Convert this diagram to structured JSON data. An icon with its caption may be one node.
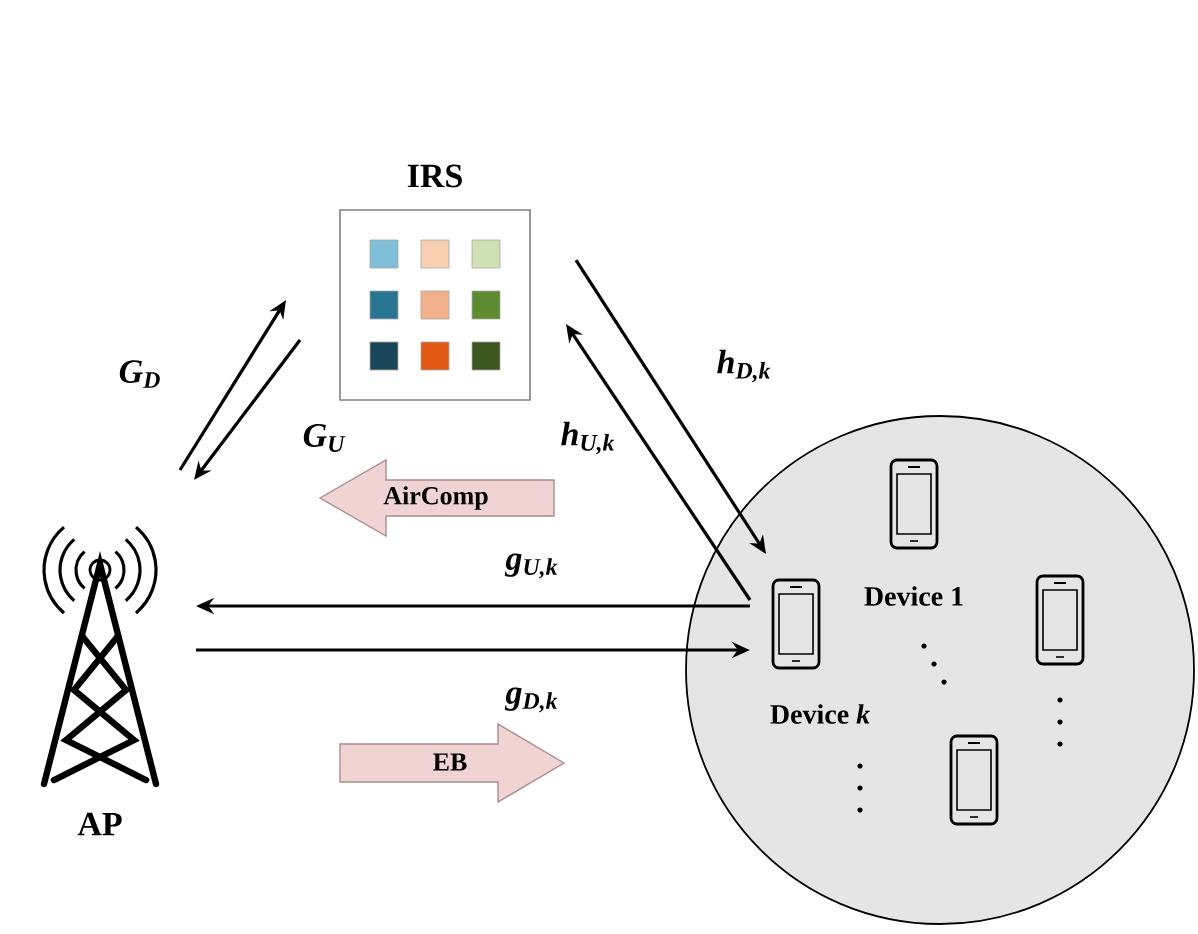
{
  "diagram": {
    "nodes": [
      {
        "text": [
          "IRS"
        ]
      },
      {
        "text": [
          "AP"
        ]
      },
      {
        "text": [],
        "shape": "circle"
      },
      {
        "text": [
          "Device *k*"
        ],
        "in": 2
      },
      {
        "text": [
          "Device 1"
        ],
        "in": 2
      },
      {
        "text": [],
        "shape": "phone",
        "in": 2
      },
      {
        "text": [],
        "shape": "phone",
        "in": 2
      },
      {
        "text": [
          "AirComp"
        ]
      },
      {
        "text": [
          "EB"
        ]
      }
    ],
    "edges": [
      {
        "from": 1,
        "to": 0,
        "arrow": "to",
        "label": "*G*$_{D}$"
      },
      {
        "from": 0,
        "to": 1,
        "arrow": "to",
        "label": "*G*$_{U}$"
      },
      {
        "from": 0,
        "to": 3,
        "arrow": "to",
        "label": "*h*$_{D,k}$"
      },
      {
        "from": 3,
        "to": 0,
        "arrow": "to",
        "label": "*h*$_{U,k}$"
      },
      {
        "from": 3,
        "to": 1,
        "arrow": "to",
        "label": "*g*$_{U,k}$"
      },
      {
        "from": 1,
        "to": 3,
        "arrow": "to",
        "label": "*g*$_{D,k}$"
      }
    ]
  }
}
